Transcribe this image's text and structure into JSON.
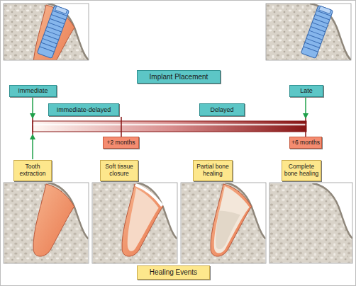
{
  "diagram": {
    "nodes": [
      {
        "text": [
          "Implant Placement"
        ]
      },
      {
        "text": [
          "Immediate"
        ]
      },
      {
        "text": [
          "Immediate-delayed"
        ]
      },
      {
        "text": [
          "Delayed"
        ]
      },
      {
        "text": [
          "Late"
        ]
      },
      {
        "text": [
          "+2 months"
        ]
      },
      {
        "text": [
          "+6 months"
        ]
      },
      {
        "text": [
          "Tooth extraction"
        ]
      },
      {
        "text": [
          "Soft tissue closure"
        ]
      },
      {
        "text": [
          "Partial bone healing"
        ]
      },
      {
        "text": [
          "Complete bone healing"
        ]
      },
      {
        "text": [
          "Healing Events"
        ]
      }
    ]
  }
}
